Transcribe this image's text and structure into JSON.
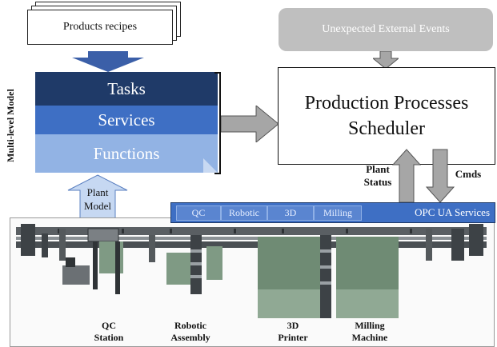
{
  "recipes": {
    "label": "Products recipes"
  },
  "model": {
    "side_label": "Multi-level Model",
    "levels": [
      "Tasks",
      "Services",
      "Functions"
    ],
    "plant_model_line1": "Plant",
    "plant_model_line2": "Model"
  },
  "external_events": {
    "label": "Unexpected External Events"
  },
  "scheduler": {
    "line1": "Production Processes",
    "line2": "Scheduler"
  },
  "flows": {
    "plant_status_line1": "Plant",
    "plant_status_line2": "Status",
    "cmds": "Cmds"
  },
  "opc": {
    "services": [
      "QC",
      "Robotic",
      "3D",
      "Milling"
    ],
    "label": "OPC UA Services"
  },
  "stations": [
    {
      "line1": "QC",
      "line2": "Station"
    },
    {
      "line1": "Robotic",
      "line2": "Assembly"
    },
    {
      "line1": "3D",
      "line2": "Printer"
    },
    {
      "line1": "Milling",
      "line2": "Machine"
    }
  ],
  "colors": {
    "tasks": "#1f3a68",
    "services": "#3e6fc4",
    "functions": "#92b3e4",
    "arrow_blue": "#3b5fa8",
    "arrow_gray": "#a6a6a6",
    "events_gray": "#bfbfbf"
  }
}
